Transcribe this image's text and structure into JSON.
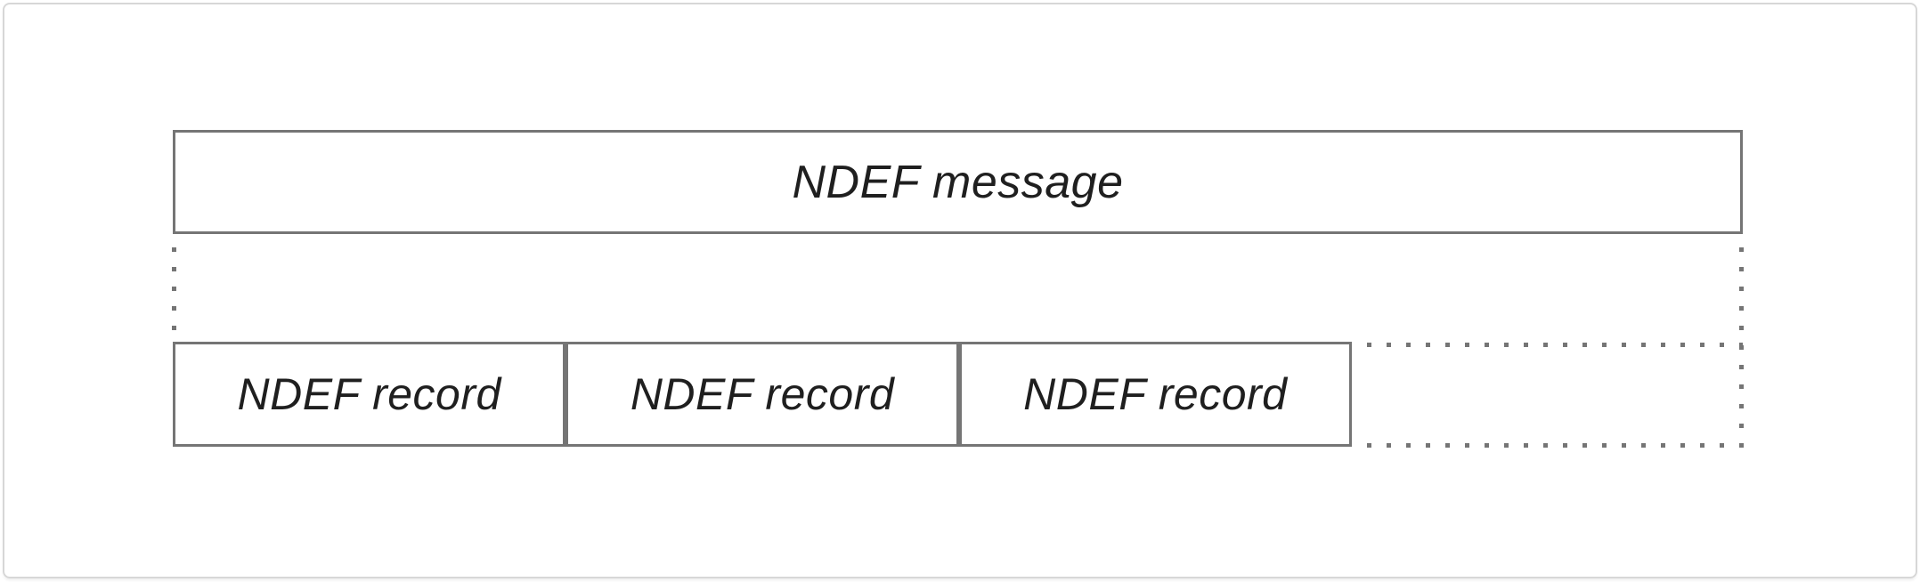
{
  "diagram": {
    "message": {
      "label": "NDEF message"
    },
    "records": [
      {
        "label": "NDEF record"
      },
      {
        "label": "NDEF record"
      },
      {
        "label": "NDEF record"
      }
    ],
    "colors": {
      "box_border": "#757575",
      "dotted_line": "#757575",
      "label_text": "#1f1f1f",
      "frame_border": "#d7d7d7",
      "background": "#ffffff"
    }
  }
}
